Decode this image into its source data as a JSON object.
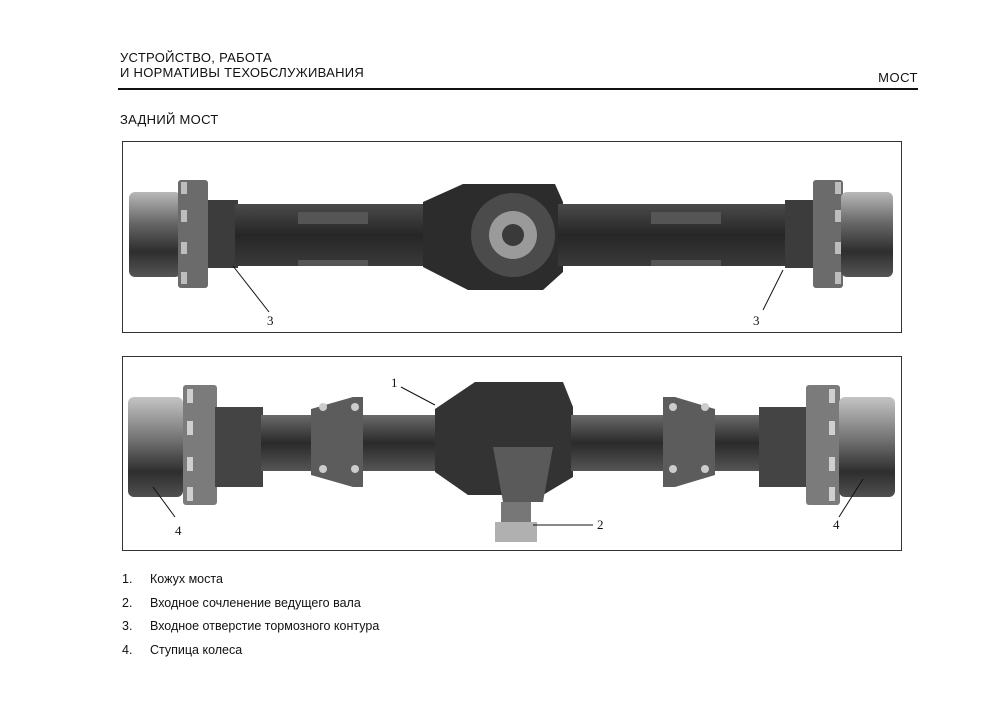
{
  "header": {
    "line1": "УСТРОЙСТВО, РАБОТА",
    "line2": "И НОРМАТИВЫ ТЕХОБСЛУЖИВАНИЯ",
    "section": "МОСТ"
  },
  "title": "ЗАДНИЙ МОСТ",
  "figure1": {
    "callouts": [
      "3",
      "3"
    ]
  },
  "figure2": {
    "callouts": [
      "1",
      "2",
      "4",
      "4"
    ]
  },
  "legend": [
    {
      "num": "1.",
      "text": "Кожух моста"
    },
    {
      "num": "2.",
      "text": "Входное сочленение ведущего вала"
    },
    {
      "num": "3.",
      "text": "Входное отверстие тормозного контура"
    },
    {
      "num": "4.",
      "text": "Ступица колеса"
    }
  ]
}
